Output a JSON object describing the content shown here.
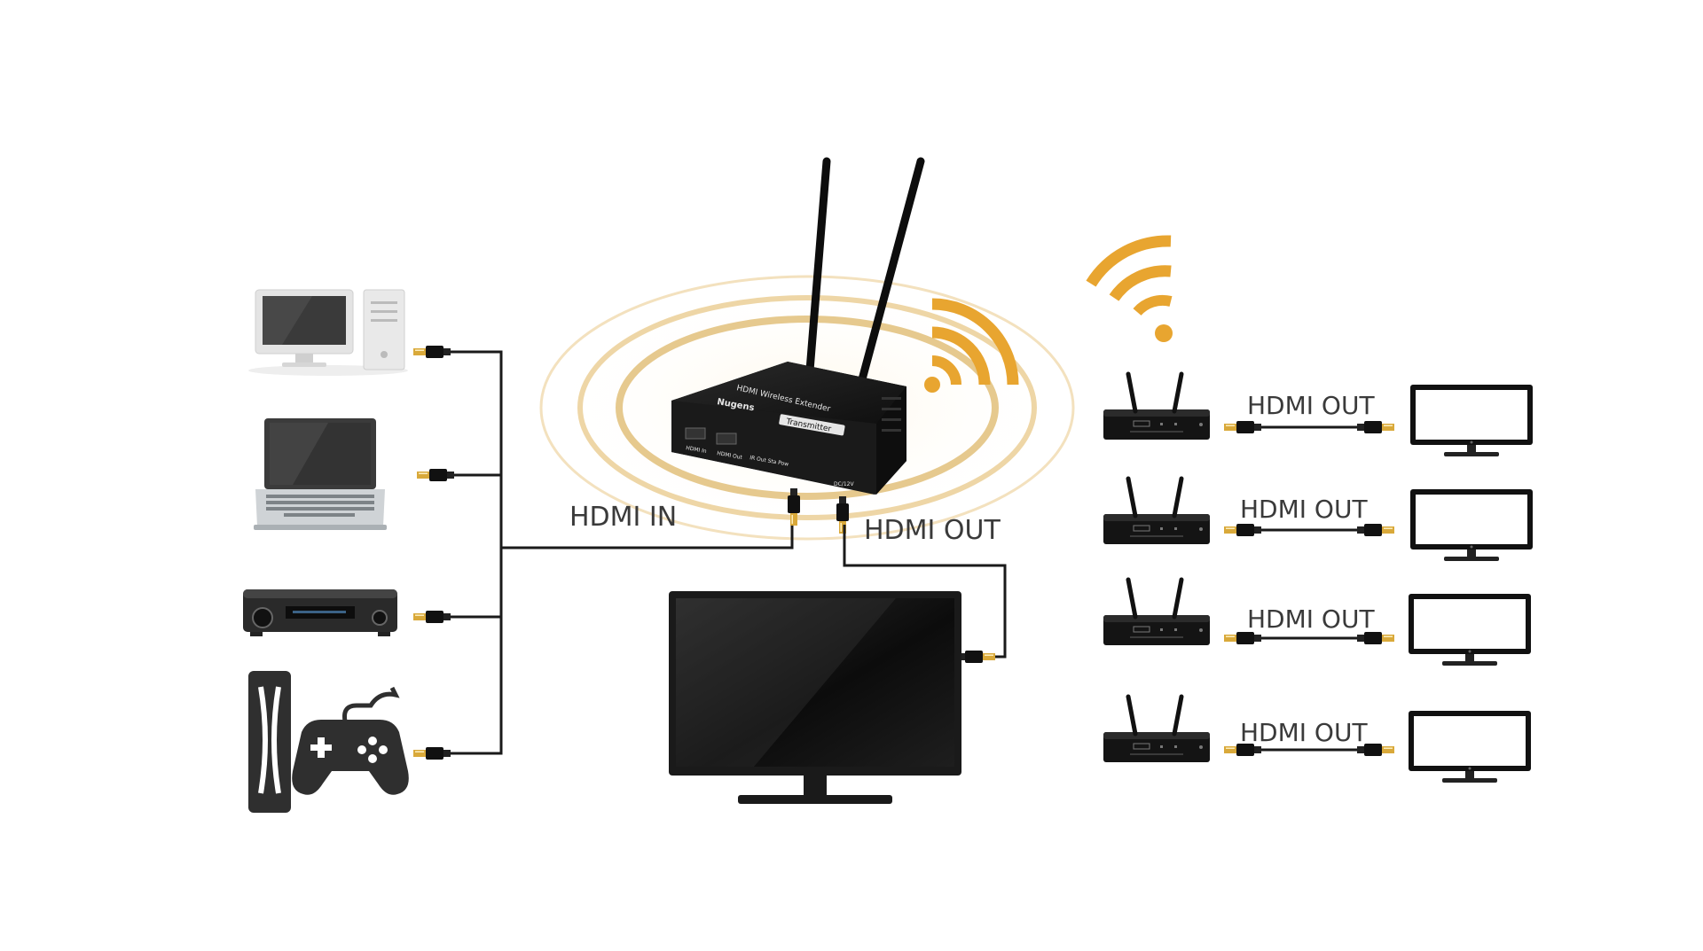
{
  "labels": {
    "hdmi_in": "HDMI IN",
    "hdmi_out_local": "HDMI OUT",
    "receivers": [
      "HDMI OUT",
      "HDMI OUT",
      "HDMI OUT",
      "HDMI OUT"
    ]
  },
  "transmitter": {
    "product": "HDMI Wireless Extender",
    "brand": "Nugens",
    "badge": "Transmitter",
    "port_in": "HDMI In",
    "port_out": "HDMI Out",
    "ir_status": "IR Out  Sta  Pow",
    "power": "DC/12V"
  },
  "sources": [
    "desktop-pc",
    "laptop",
    "av-receiver",
    "game-console"
  ],
  "colors": {
    "wifi": "#E8A530",
    "ring": "#E9CC95",
    "device": "#151515",
    "cable": "#1a1a1a",
    "hdmi_plug_tip": "#D9A93A",
    "label": "#3a3a3a"
  }
}
